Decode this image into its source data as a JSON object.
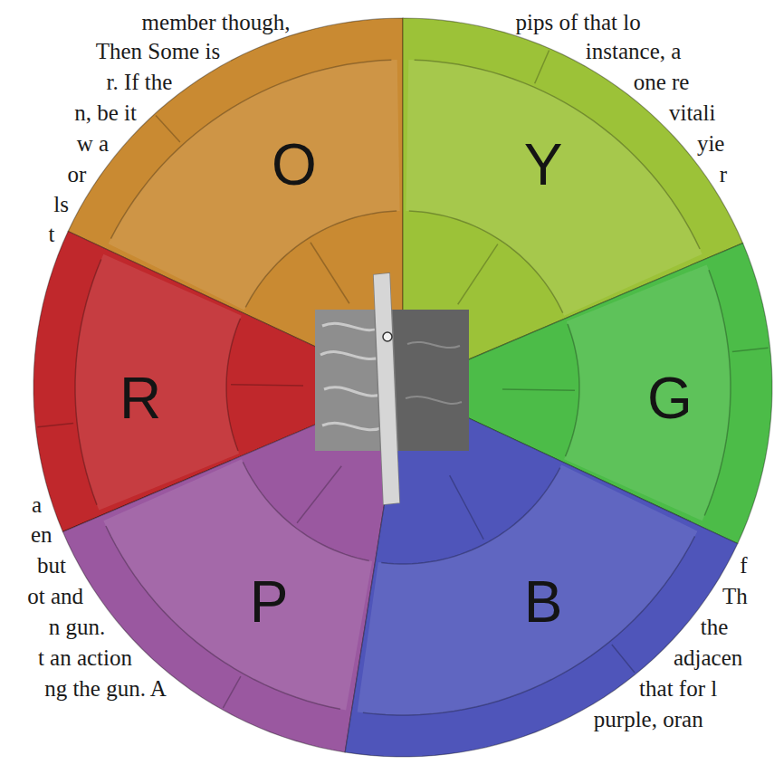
{
  "diagram": {
    "nodes": [
      {
        "text": [
          "O"
        ]
      },
      {
        "text": [
          "Y"
        ]
      },
      {
        "text": [
          "R"
        ]
      },
      {
        "text": [
          "G"
        ]
      },
      {
        "text": [
          "P"
        ]
      },
      {
        "text": [
          "B"
        ]
      }
    ],
    "labels": [
      "member though,",
      "Then Some is",
      "r. If the",
      "n, be it",
      "w a",
      "or",
      "ls",
      "t",
      "a",
      "en",
      "but",
      "ot and",
      "n gun.",
      "t an action",
      "ng the gun. A",
      "pips of that lo",
      "instance, a",
      "one re",
      "vitali",
      "yie",
      "r",
      "f",
      "Th",
      "the",
      "adjacen",
      "that for l",
      "purple, oran"
    ]
  }
}
